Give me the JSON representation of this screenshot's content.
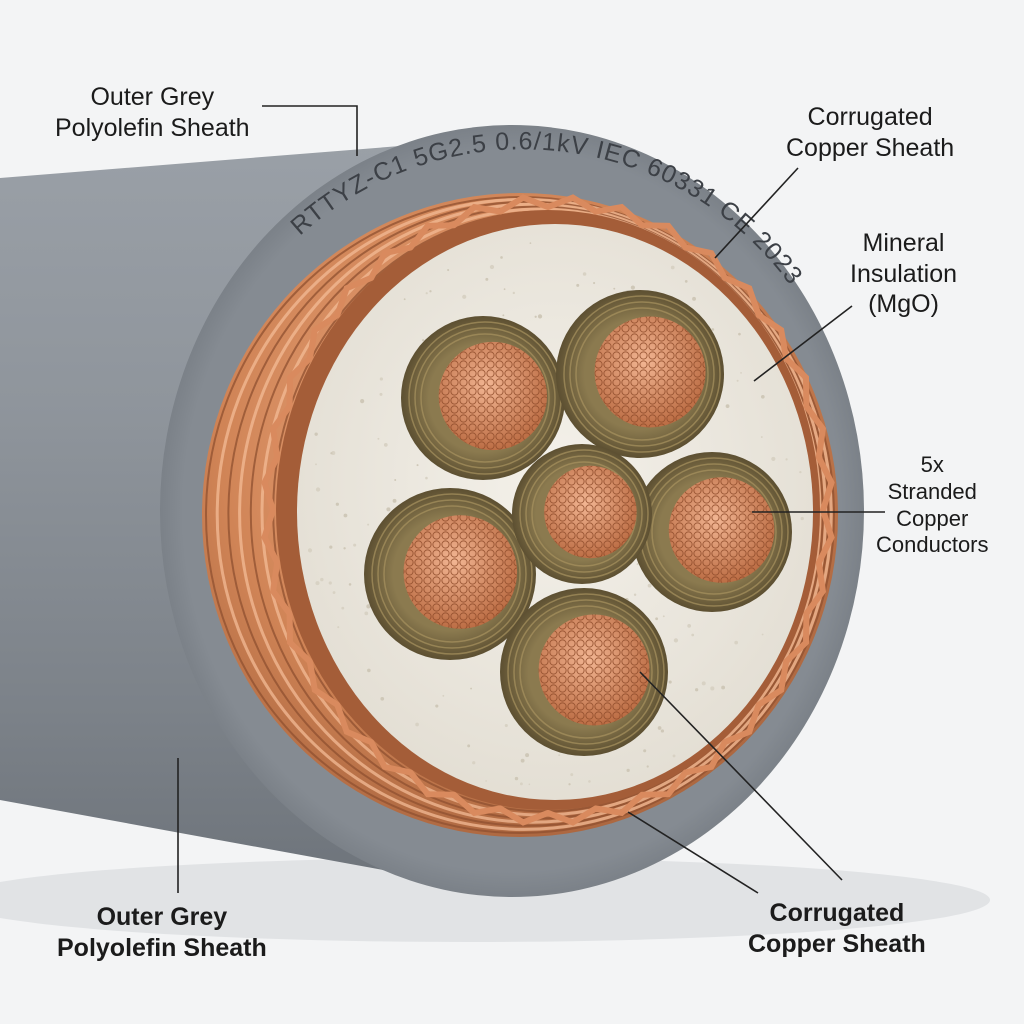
{
  "sheath_print": "RTTYZ-C1 5G2.5 0.6/1kV IEC 60331 CE 2023",
  "labels": {
    "outer_top": [
      "Outer Grey",
      "Polyolefin Sheath"
    ],
    "corrugated_top": [
      "Corrugated",
      "Copper Sheath"
    ],
    "mineral": [
      "Mineral",
      "Insulation",
      "(MgO)"
    ],
    "conductors": [
      "5x",
      "Stranded",
      "Copper",
      "Conductors"
    ],
    "outer_bottom": [
      "Outer Grey",
      "Polyolefin Sheath"
    ],
    "corrugated_bottom": [
      "Corrugated",
      "Copper Sheath"
    ]
  },
  "colors": {
    "sheath_grey": "#8a9097",
    "copper": "#c97a55",
    "mgo": "#ebe7df",
    "wrap": "#7a6a45"
  }
}
